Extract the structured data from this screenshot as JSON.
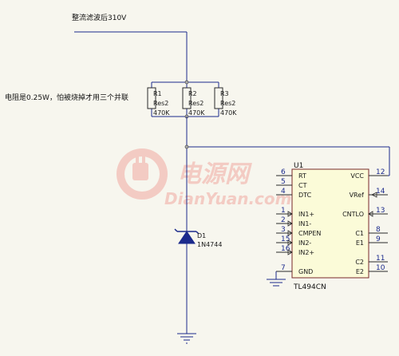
{
  "annotations": {
    "input_note": "整流滤波后310V",
    "resistor_note": "电阻是0.25W，怕被烧掉才用三个并联"
  },
  "resistors": [
    {
      "ref": "R1",
      "type": "Res2",
      "value": "470K"
    },
    {
      "ref": "R2",
      "type": "Res2",
      "value": "470K"
    },
    {
      "ref": "R3",
      "type": "Res2",
      "value": "470K"
    }
  ],
  "diode": {
    "ref": "D1",
    "part": "1N4744"
  },
  "ic": {
    "ref": "U1",
    "part": "TL494CN",
    "left_pins": [
      {
        "num": "6",
        "name": "RT"
      },
      {
        "num": "5",
        "name": "CT"
      },
      {
        "num": "4",
        "name": "DTC"
      },
      {
        "num": "1",
        "name": "IN1+"
      },
      {
        "num": "2",
        "name": "IN1-"
      },
      {
        "num": "3",
        "name": "CMPEN"
      },
      {
        "num": "15",
        "name": "IN2-"
      },
      {
        "num": "16",
        "name": "IN2+"
      },
      {
        "num": "7",
        "name": "GND"
      }
    ],
    "right_pins": [
      {
        "num": "12",
        "name": "VCC"
      },
      {
        "num": "14",
        "name": "VRef"
      },
      {
        "num": "13",
        "name": "CNTLO"
      },
      {
        "num": "8",
        "name": "C1"
      },
      {
        "num": "9",
        "name": "E1"
      },
      {
        "num": "11",
        "name": "C2"
      },
      {
        "num": "10",
        "name": "E2"
      }
    ]
  },
  "watermark": {
    "cn": "电源网",
    "en": "DianYuan.com"
  },
  "colors": {
    "wire": "#1b2a8c",
    "background": "#f7f6ee",
    "watermark": "#f0a8a0",
    "ic_body": "#fbfbd8"
  }
}
